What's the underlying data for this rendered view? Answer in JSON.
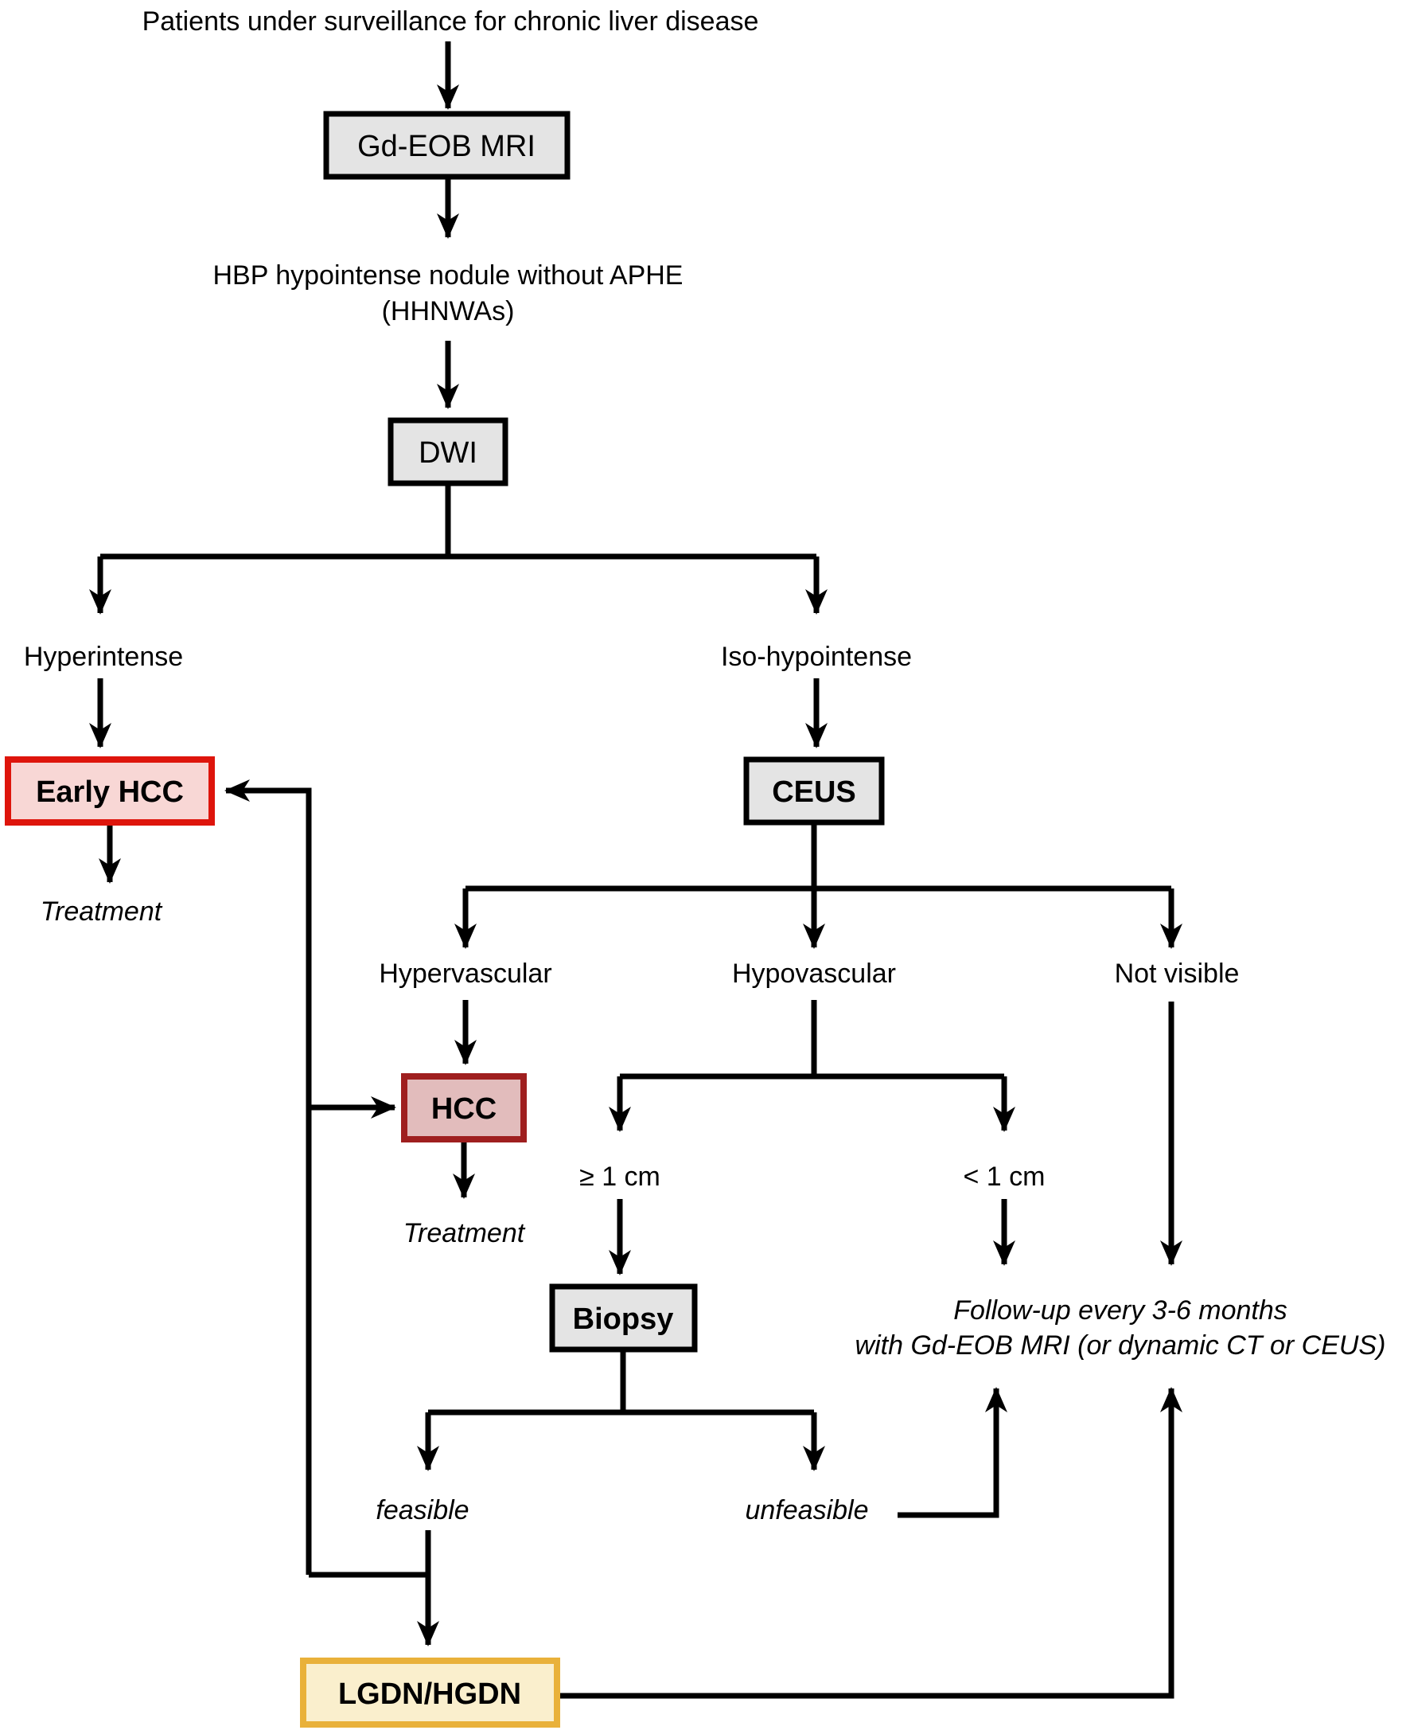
{
  "diagram": {
    "title": "Patients under surveillance for chronic liver disease",
    "colors": {
      "line": "#000000",
      "box_gray_fill": "#e4e4e4",
      "box_gray_border": "#000000",
      "early_hcc_fill": "#f8d7d5",
      "early_hcc_border": "#de150c",
      "hcc_fill": "#e2bcbc",
      "hcc_border": "#9f1f1f",
      "lgdn_fill": "#faefcd",
      "lgdn_border": "#e9b13a"
    },
    "boxes": {
      "gdeob": "Gd-EOB MRI",
      "dwi": "DWI",
      "early_hcc": "Early HCC",
      "ceus": "CEUS",
      "hcc": "HCC",
      "biopsy": "Biopsy",
      "lgdn": "LGDN/HGDN"
    },
    "labels": {
      "hbp_line1": "HBP hypointense nodule without APHE",
      "hbp_line2": "(HHNWAs)",
      "hyperintense": "Hyperintense",
      "iso_hypointense": "Iso-hypointense",
      "treatment_early": "Treatment",
      "hypervascular": "Hypervascular",
      "hypovascular": "Hypovascular",
      "not_visible": "Not visible",
      "treatment_hcc": "Treatment",
      "ge_1cm": "≥ 1 cm",
      "lt_1cm": "< 1 cm",
      "followup_line1": "Follow-up every 3-6 months",
      "followup_line2": "with Gd-EOB MRI (or dynamic CT or CEUS)",
      "feasible": "feasible",
      "unfeasible": "unfeasible"
    }
  }
}
